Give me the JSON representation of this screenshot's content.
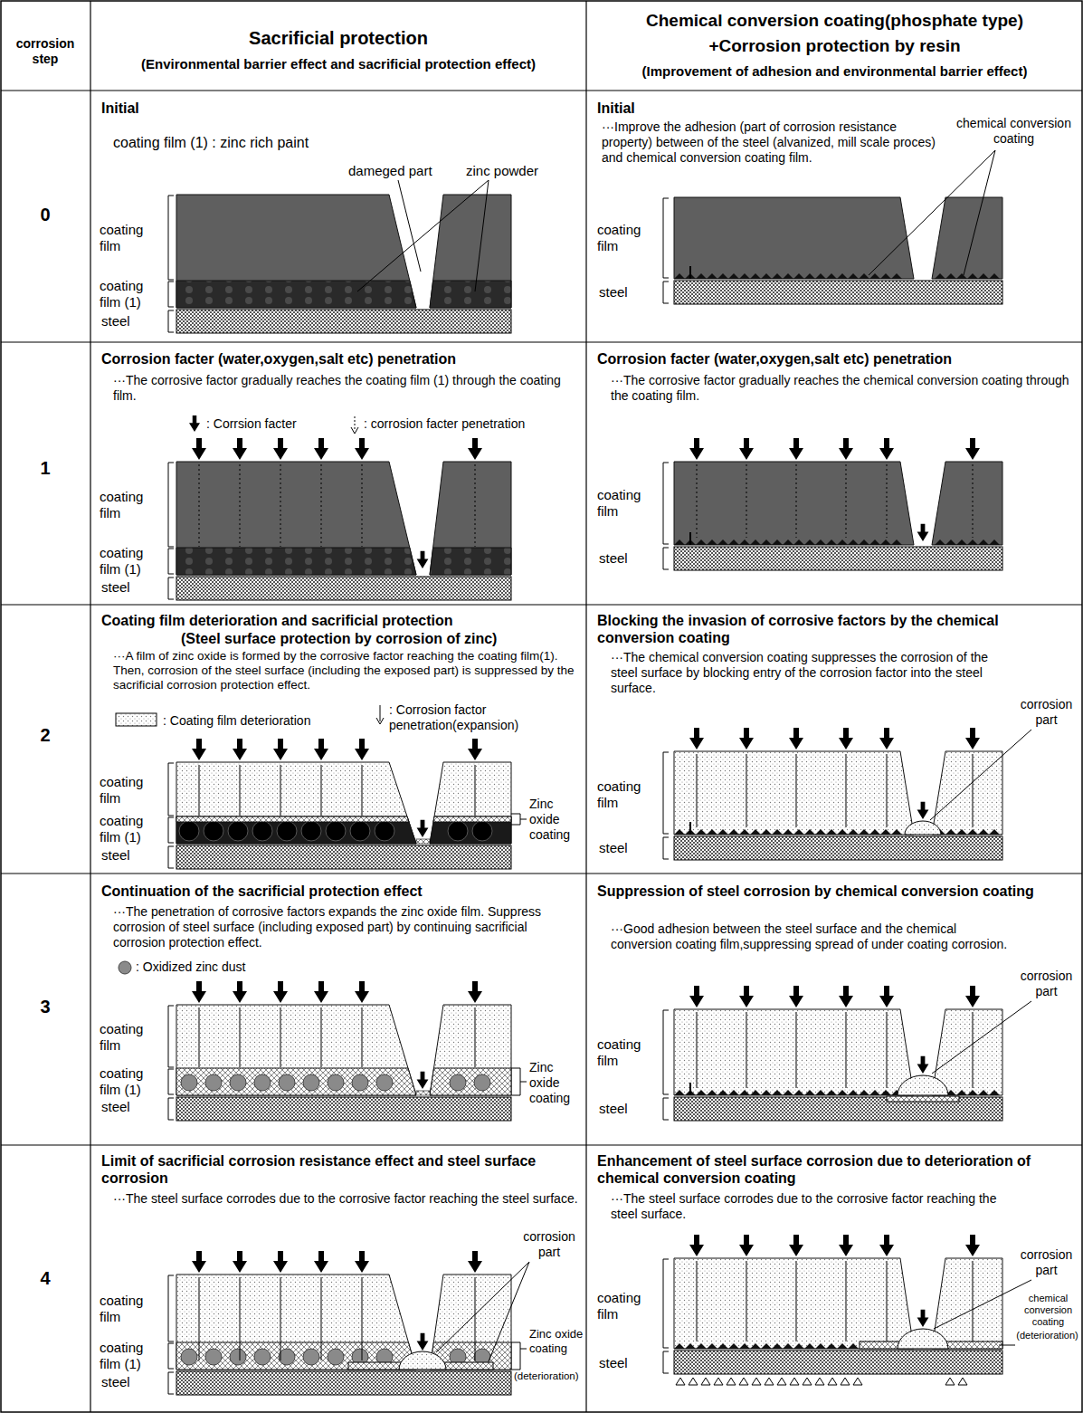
{
  "diagram": {
    "labels": [
      "corrosion step",
      "Sacrificial protection",
      "(Environmental barrier effect and sacrificial protection effect)",
      "Chemical conversion coating(phosphate type)",
      "+Corrosion protection by resin",
      "(Improvement of adhesion and environmental barrier effect)",
      "0",
      "Initial",
      "coating film (1) : zinc rich paint",
      "dameged part",
      "zinc powder",
      "coating film",
      "coating film (1)",
      "steel",
      "Initial",
      "···Improve the adhesion (part of corrosion resistance property) between of the steel (alvanized, mill scale proces) and chemical conversion coating film.",
      "chemical conversion coating",
      "coating film",
      "steel",
      "1",
      "Corrosion facter (water,oxygen,salt etc) penetration",
      "···The corrosive factor gradually reaches the coating film (1) through the coating film.",
      "coating film",
      "coating film (1)",
      "steel",
      "Corrosion facter (water,oxygen,salt etc) penetration",
      "···The corrosive factor gradually reaches the chemical conversion coating through the coating film.",
      "coating film",
      "steel",
      "2",
      "Coating film deterioration and sacrificial protection",
      "(Steel surface protection by corrosion of zinc)",
      "···A film of zinc oxide is formed by the corrosive factor reaching the coating film(1). Then, corrosion of the steel surface (including the exposed part) is suppressed by the sacrificial corrosion protection effect.",
      "coating film",
      "coating film (1)",
      "steel",
      "Zinc oxide coating",
      "Blocking the invasion of corrosive factors by the chemical conversion coating",
      "···The chemical conversion coating suppresses the corrosion of the steel surface by blocking entry of the corrosion factor into the steel surface.",
      "corrosion part",
      "coating film",
      "steel",
      "3",
      "Continuation of the sacrificial protection effect",
      "···The penetration of corrosive factors expands the zinc oxide film. Suppress corrosion of steel surface (including exposed part) by continuing sacrificial corrosion protection effect.",
      "coating film",
      "coating film (1)",
      "steel",
      "Zinc oxide coating",
      "Suppression of steel corrosion by chemical conversion coating",
      "···Good adhesion between the steel surface and the chemical conversion coating film,suppressing spread of under coating corrosion.",
      "corrosion part",
      "coating film",
      "steel",
      "4",
      "Limit of sacrificial corrosion resistance effect and steel surface corrosion",
      "···The steel surface corrodes due to the corrosive factor reaching the steel surface.",
      "corrosion part",
      "coating film",
      "coating film (1)",
      "steel",
      "Zinc oxide coating",
      "(deterioration)",
      "Enhancement of steel surface corrosion due to deterioration of chemical conversion coating",
      "···The steel surface corrodes due to the corrosive factor reaching the steel surface.",
      "corrosion part",
      "chemical conversion coating",
      "(deterioration)",
      "coating film",
      "steel"
    ],
    "legend": [
      {
        "text": ": Corrsion facter"
      },
      {
        "text": ": corrosion facter penetration"
      },
      {
        "text": ": Coating film deterioration"
      },
      {
        "text": ": Corrosion factor penetration(expansion)"
      },
      {
        "text": ": Oxidized zinc dust"
      }
    ]
  }
}
